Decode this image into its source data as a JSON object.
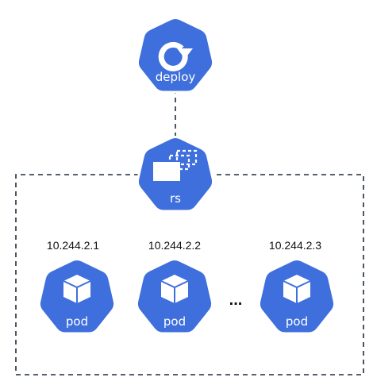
{
  "colors": {
    "node_fill": "#3f6fdc",
    "node_stroke": "#ffffff",
    "icon": "#ffffff",
    "line": "#1f2d3d",
    "text": "#111111"
  },
  "nodes": {
    "deploy": {
      "label": "deploy",
      "icon": "refresh-icon"
    },
    "rs": {
      "label": "rs",
      "icon": "replicaset-icon"
    },
    "pods": [
      {
        "label": "pod",
        "ip": "10.244.2.1",
        "icon": "cube-icon"
      },
      {
        "label": "pod",
        "ip": "10.244.2.2",
        "icon": "cube-icon"
      },
      {
        "label": "pod",
        "ip": "10.244.2.3",
        "icon": "cube-icon"
      }
    ]
  },
  "ellipsis": "..."
}
